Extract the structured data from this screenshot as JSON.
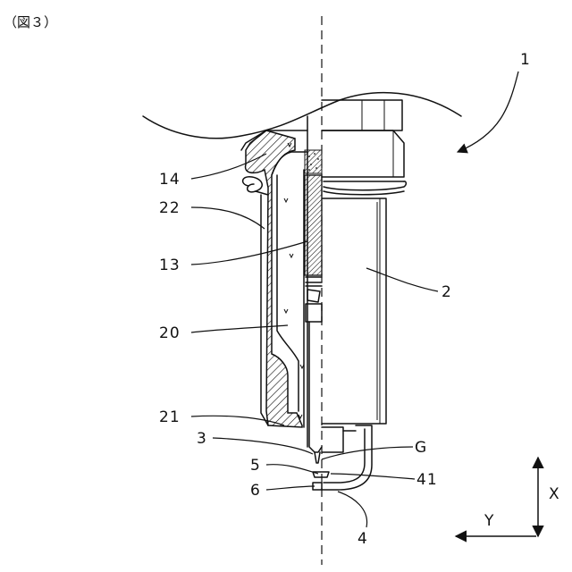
{
  "figure": {
    "title": "（図３）",
    "labels": {
      "l1": "1",
      "l2": "2",
      "l3": "3",
      "l4": "4",
      "l5": "5",
      "l6": "6",
      "l13": "13",
      "l14": "14",
      "l20": "20",
      "l21": "21",
      "l22": "22",
      "l41": "41",
      "lG": "G",
      "lX": "X",
      "lY": "Y"
    }
  }
}
